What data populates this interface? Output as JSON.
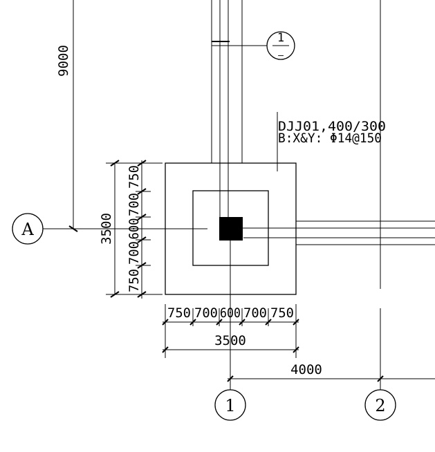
{
  "axes": {
    "a": "A",
    "one": "1",
    "two": "2"
  },
  "section_callout": {
    "number": "1",
    "sheet": "—"
  },
  "footing_label": {
    "line1": "DJJ01,400/300",
    "line2": "B:X&Y: Φ14@150"
  },
  "dimensions": {
    "vertical_span": "9000",
    "left_total": "3500",
    "left_segments": [
      "750",
      "700",
      "600",
      "700",
      "750"
    ],
    "bottom_segments": [
      "750",
      "700",
      "600",
      "700",
      "750"
    ],
    "bottom_total": "3500",
    "axis_spacing": "4000"
  }
}
